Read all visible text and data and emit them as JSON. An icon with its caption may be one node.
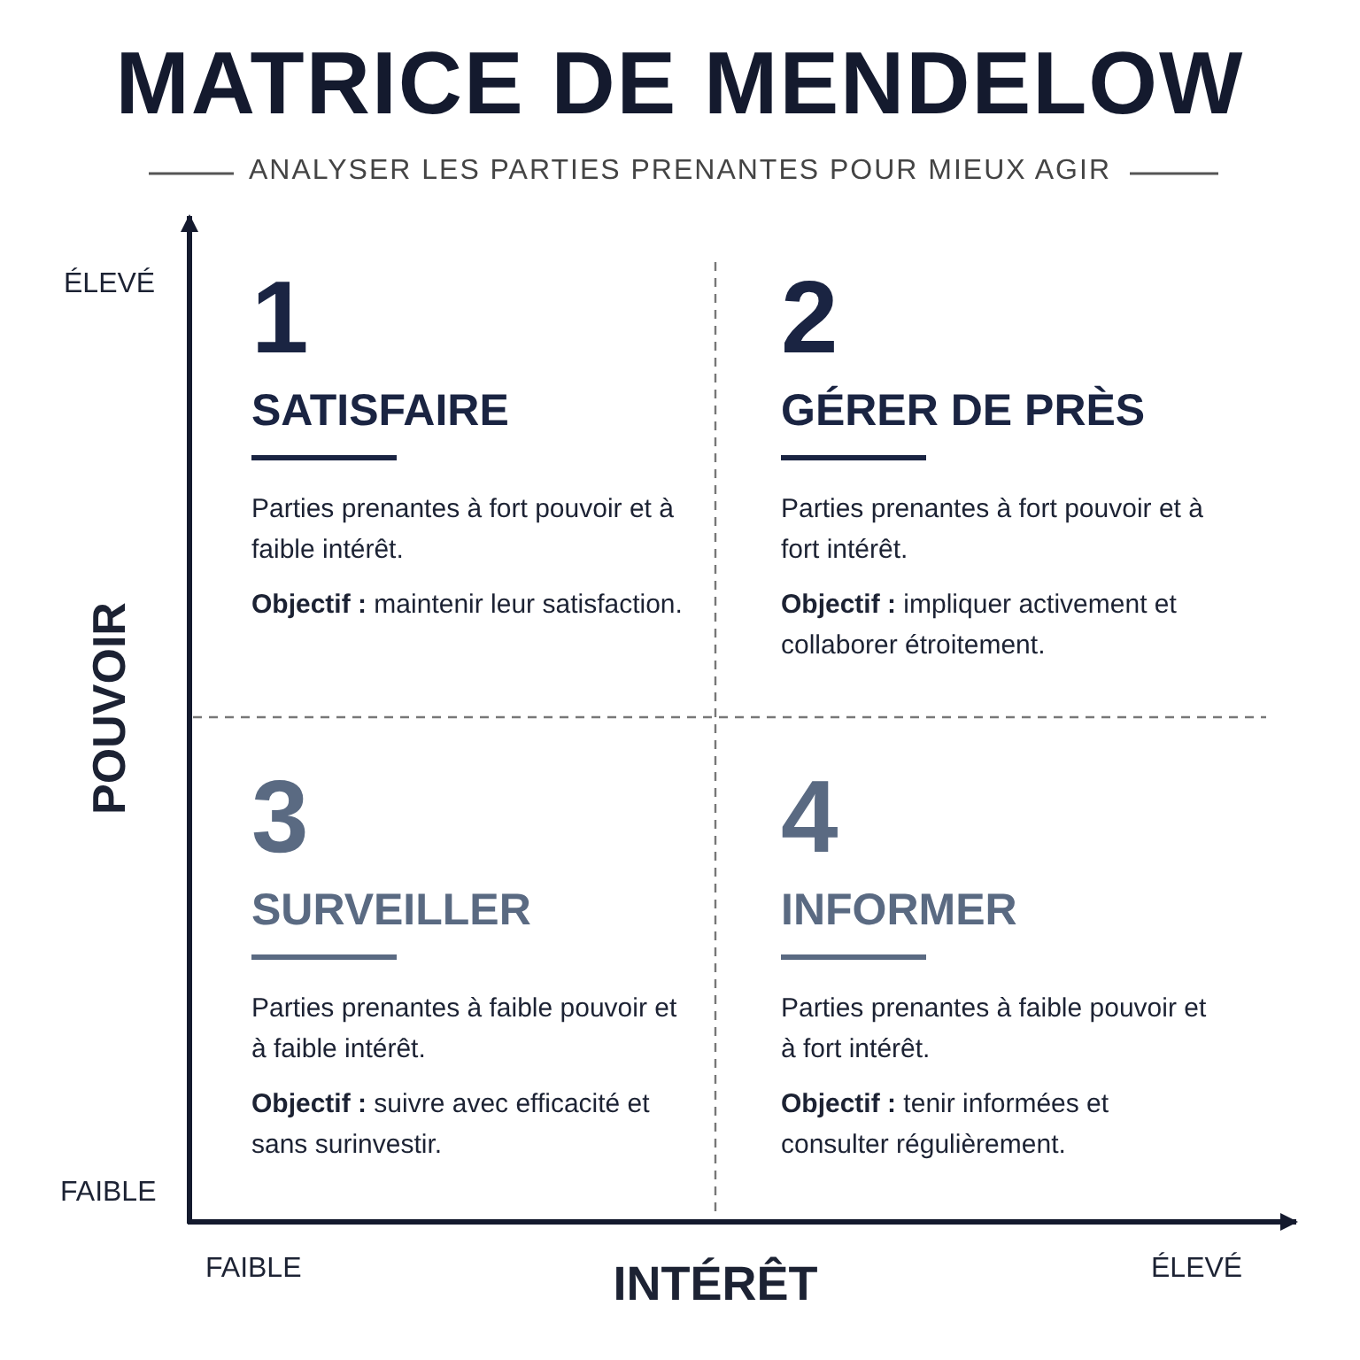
{
  "diagram": {
    "title": "MATRICE DE MENDELOW",
    "nodes": [
      {
        "text": [
          "1",
          "SATISFAIRE",
          "Parties prenantes à fort pouvoir et à faible intérêt.",
          "**Objectif :** maintenir leur satisfaction."
        ]
      },
      {
        "text": [
          "2",
          "GÉRER DE PRÈS",
          "Parties prenantes à fort pouvoir et à fort intérêt.",
          "**Objectif :** impliquer activement et collaborer étroitement."
        ]
      },
      {
        "text": [
          "3",
          "SURVEILLER",
          "Parties prenantes à faible pouvoir et à faible intérêt.",
          "**Objectif :** suivre avec efficacité et sans surinvestir."
        ]
      },
      {
        "text": [
          "4",
          "INFORMER",
          "Parties prenantes à faible pouvoir et à fort intérêt.",
          "**Objectif :** tenir informées et consulter régulièrement."
        ]
      }
    ],
    "labels": [
      "ANALYSER LES PARTIES PRENANTES POUR MIEUX AGIR",
      "ÉLEVÉ",
      "POUVOIR",
      "FAIBLE",
      "FAIBLE",
      "INTÉRÊT",
      "ÉLEVÉ"
    ]
  }
}
